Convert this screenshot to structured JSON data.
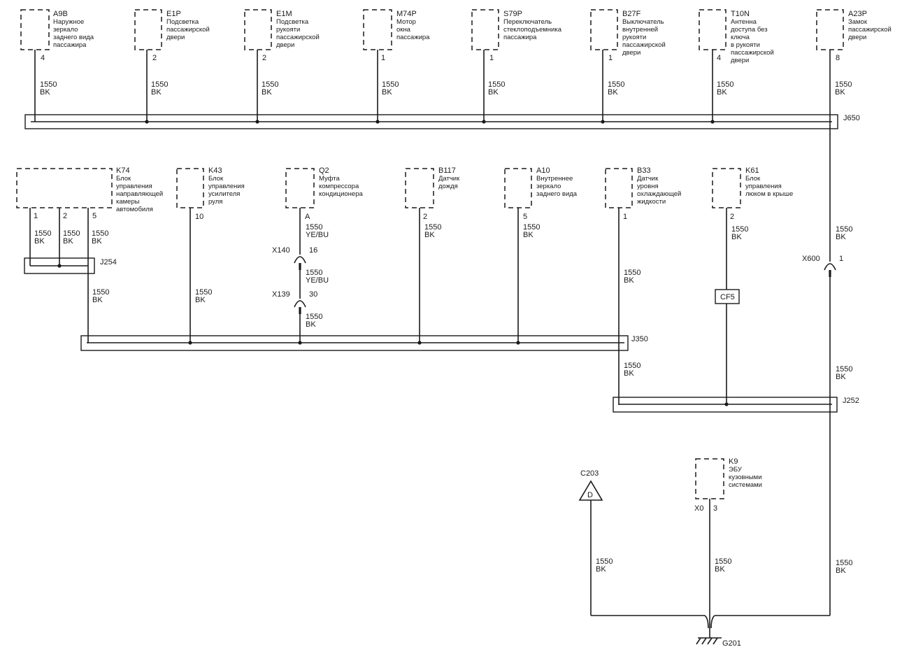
{
  "components": {
    "a9b": {
      "code": "A9B",
      "lines": [
        "Наружное",
        "зеркало",
        "заднего вида",
        "пассажира"
      ],
      "pin": "4"
    },
    "e1p": {
      "code": "E1P",
      "lines": [
        "Подсветка",
        "пассажирской",
        "двери"
      ],
      "pin": "2"
    },
    "e1m": {
      "code": "E1M",
      "lines": [
        "Подсветка",
        "рукояти",
        "пассажирской",
        "двери"
      ],
      "pin": "2"
    },
    "m74p": {
      "code": "M74P",
      "lines": [
        "Мотор",
        "окна",
        "пассажира"
      ],
      "pin": "1"
    },
    "s79p": {
      "code": "S79P",
      "lines": [
        "Переключатель",
        "стеклоподъемника",
        "пассажира"
      ],
      "pin": "1"
    },
    "b27f": {
      "code": "B27F",
      "lines": [
        "Выключатель",
        "внутренней",
        "рукояти",
        "пассажирской",
        "двери"
      ],
      "pin": "1"
    },
    "t10n": {
      "code": "T10N",
      "lines": [
        "Антенна",
        "доступа без",
        "ключа",
        "в рукояти",
        "пассажирской",
        "двери"
      ],
      "pin": "4"
    },
    "a23p": {
      "code": "A23P",
      "lines": [
        "Замок",
        "пассажирской",
        "двери"
      ],
      "pin": "8"
    },
    "k74": {
      "code": "K74",
      "lines": [
        "Блок",
        "управления",
        "направляющей",
        "камеры",
        "автомобиля"
      ],
      "pins": [
        "1",
        "2",
        "5"
      ]
    },
    "k43": {
      "code": "K43",
      "lines": [
        "Блок",
        "управления",
        "усилителя",
        "руля"
      ],
      "pin": "10"
    },
    "q2": {
      "code": "Q2",
      "lines": [
        "Муфта",
        "компрессора",
        "кондиционера"
      ],
      "pin": "A"
    },
    "b117": {
      "code": "B117",
      "lines": [
        "Датчик",
        "дождя"
      ],
      "pin": "2"
    },
    "a10": {
      "code": "A10",
      "lines": [
        "Внутреннее",
        "зеркало",
        "заднего вида"
      ],
      "pin": "5"
    },
    "b33": {
      "code": "B33",
      "lines": [
        "Датчик",
        "уровня",
        "охлаждающей",
        "жидкости"
      ],
      "pin": "1"
    },
    "k61": {
      "code": "K61",
      "lines": [
        "Блок",
        "управления",
        "люком в крыше"
      ],
      "pin": "2"
    },
    "k9": {
      "code": "K9",
      "lines": [
        "ЭБУ",
        "кузовными",
        "системами"
      ],
      "pin_conn": "X0",
      "pin": "3"
    }
  },
  "splices": {
    "j650": "J650",
    "j254": "J254",
    "j350": "J350",
    "j252": "J252"
  },
  "connectors": {
    "x140": {
      "name": "X140",
      "pin": "16"
    },
    "x139": {
      "name": "X139",
      "pin": "30"
    },
    "x600": {
      "name": "X600",
      "pin": "1"
    }
  },
  "fuse": {
    "cf5": "CF5"
  },
  "ground": {
    "g201": "G201"
  },
  "ground_ref": {
    "name": "C203",
    "letter": "D"
  },
  "wire": {
    "size": "1550",
    "color_bk": "BK",
    "color_yebu": "YE/BU"
  }
}
